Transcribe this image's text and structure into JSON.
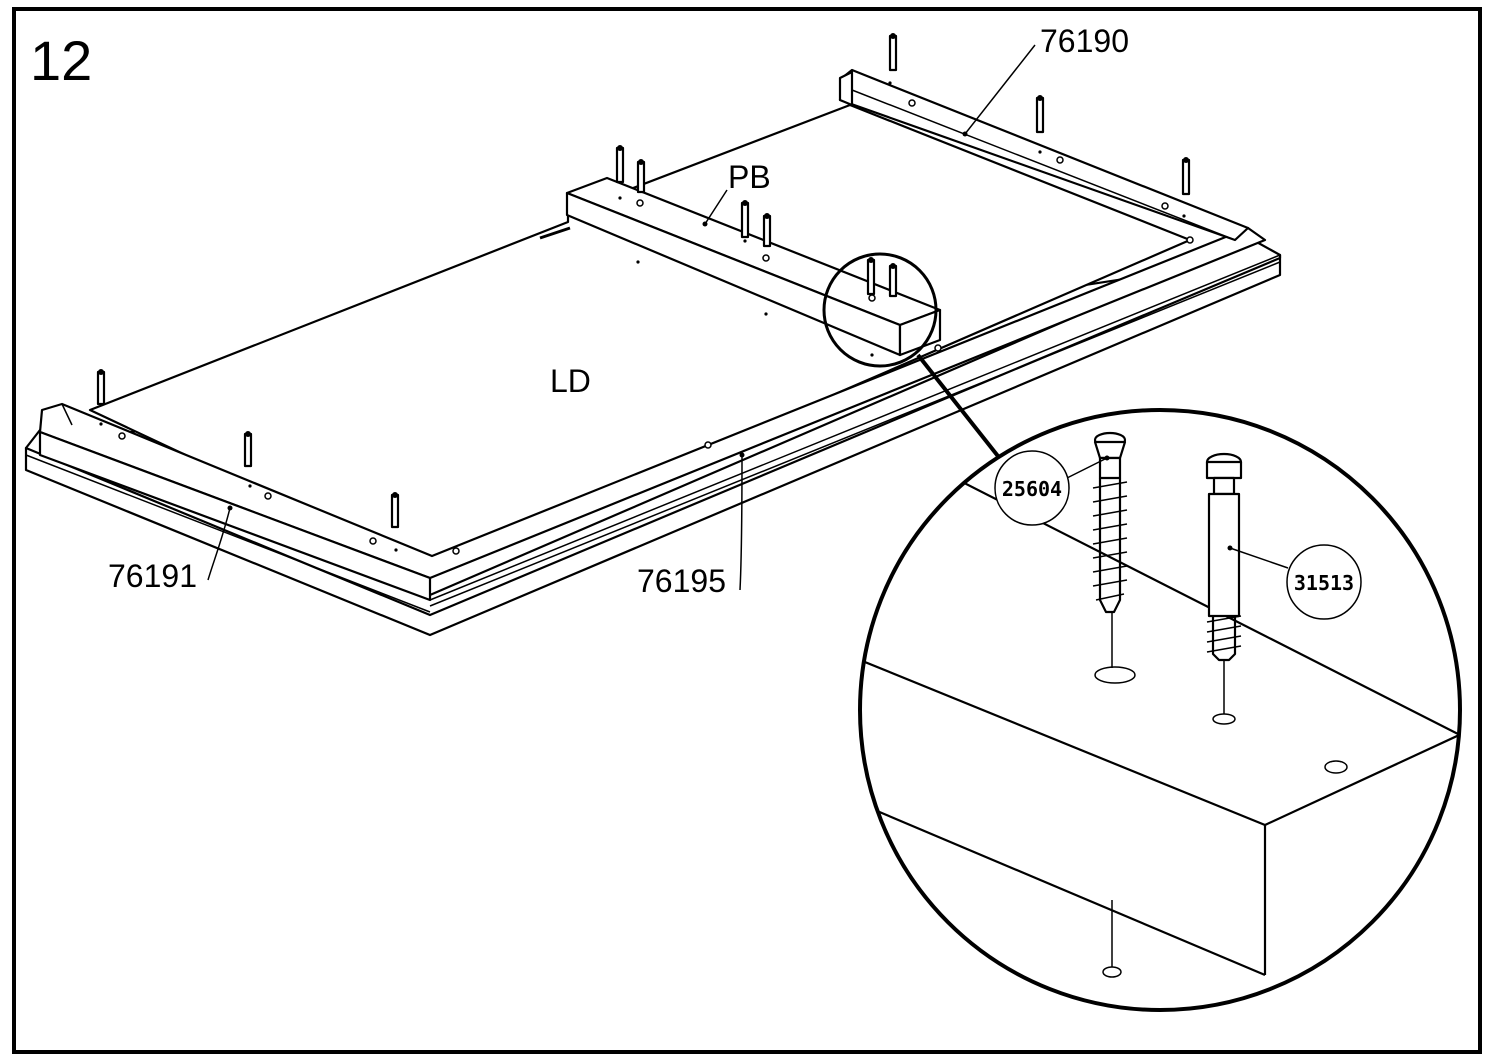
{
  "step": {
    "number": "12"
  },
  "labels": {
    "board_right": "76190",
    "board_center": "PB",
    "panel": "LD",
    "board_left": "76191",
    "rail_front": "76195"
  },
  "detail": {
    "part_screw": "25604",
    "part_cam_bolt": "31513"
  },
  "colors": {
    "line": "#000000",
    "background": "#ffffff"
  }
}
